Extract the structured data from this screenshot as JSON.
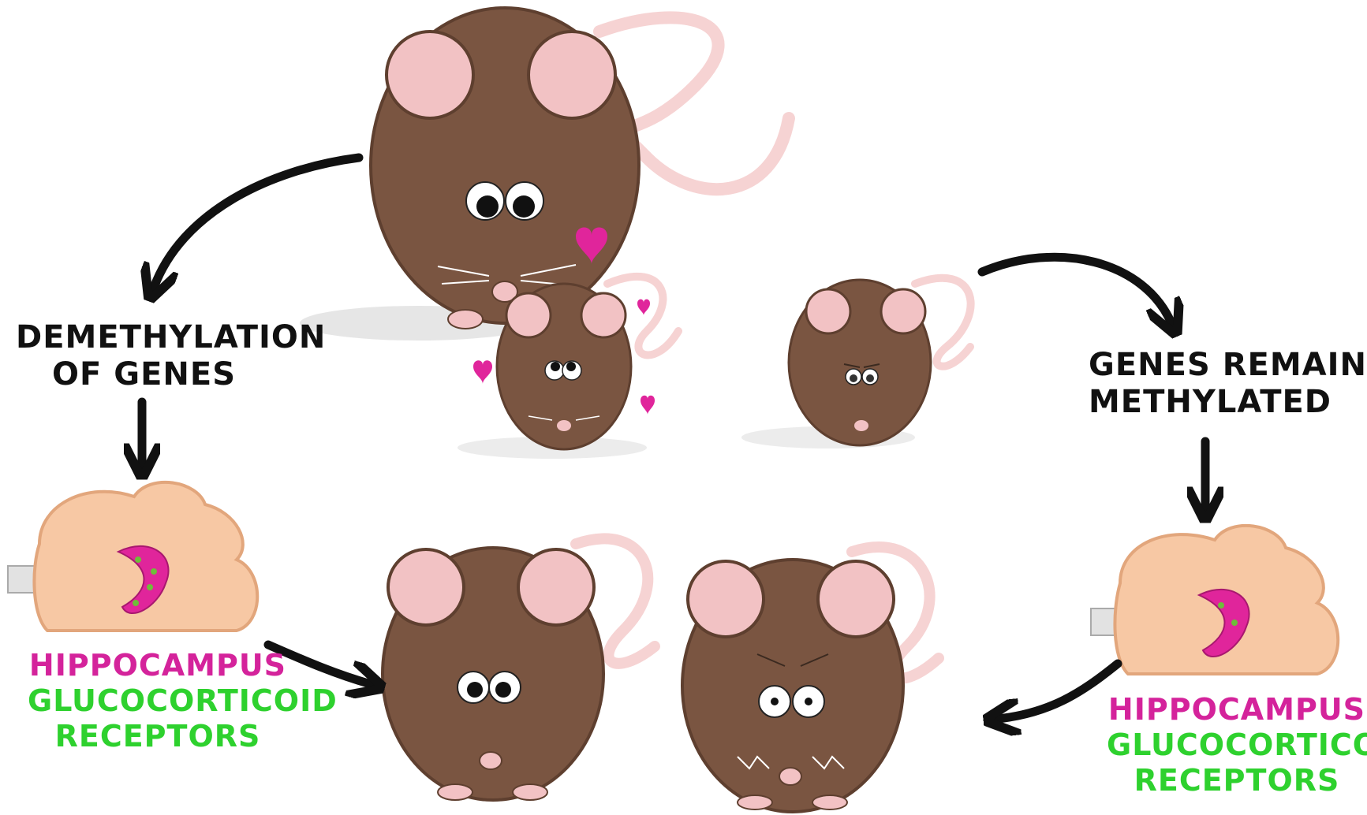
{
  "colors": {
    "mouse_fur": "#7a5541",
    "mouse_fur_dark": "#5e3f2f",
    "ear_pink": "#f2c2c4",
    "tail_pink": "#f6d3d3",
    "heart": "#e0259b",
    "brain": "#f7c8a4",
    "hippocampus": "#e0259b",
    "receptor_dots": "#6fbd3a",
    "label_dark": "#111111",
    "label_pink": "#d4239b",
    "label_green": "#2ed12e"
  },
  "left_branch": {
    "process_label": [
      "DEMETHYLATION",
      "OF GENES"
    ],
    "brain_region": "HIPPOCAMPUS",
    "receptor_label": [
      "GLUCOCORTICOID",
      "RECEPTORS"
    ]
  },
  "right_branch": {
    "process_label": [
      "GENES REMAIN",
      "METHYLATED"
    ],
    "brain_region": "HIPPOCAMPUS",
    "receptor_label": [
      "GLUCOCORTICOID",
      "RECEPTORS"
    ]
  },
  "icons": {
    "mother": "mother-mouse-icon",
    "licked_pup": "loved-pup-mouse-icon",
    "neglected_pup": "neglected-pup-mouse-icon",
    "calm_adult": "calm-adult-mouse-icon",
    "anxious_adult": "anxious-adult-mouse-icon",
    "brain": "brain-icon",
    "heart": "heart-icon"
  }
}
